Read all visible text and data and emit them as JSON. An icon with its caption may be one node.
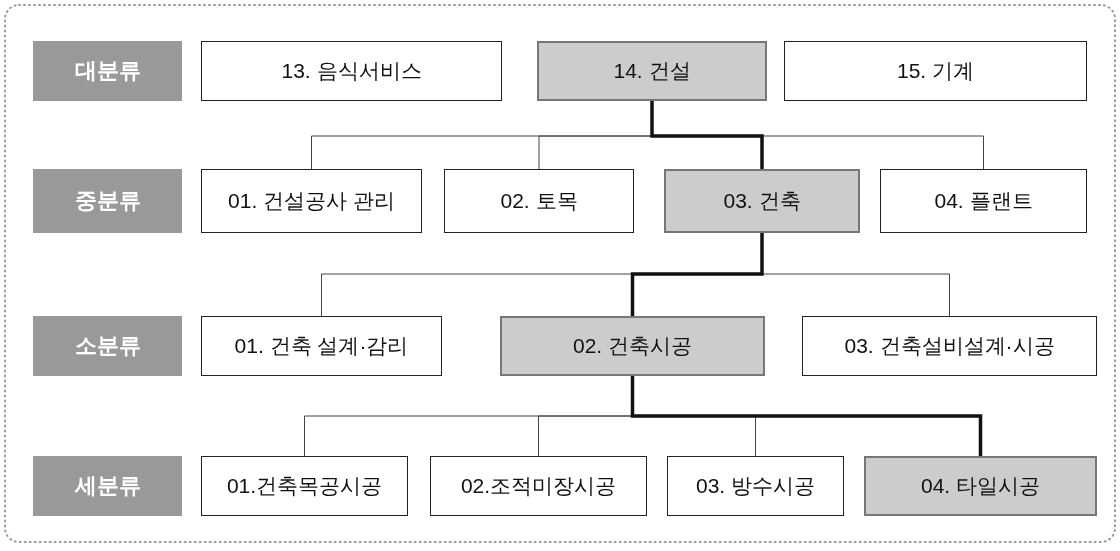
{
  "diagram": {
    "nodes": [
      {
        "text": [
          "대분류"
        ]
      },
      {
        "text": [
          "13. 음식서비스"
        ]
      },
      {
        "text": [
          "14. 건설"
        ]
      },
      {
        "text": [
          "15. 기계"
        ]
      },
      {
        "text": [
          "중분류"
        ]
      },
      {
        "text": [
          "01. 건설공사 관리"
        ]
      },
      {
        "text": [
          "02. 토목"
        ]
      },
      {
        "text": [
          "03. 건축"
        ]
      },
      {
        "text": [
          "04. 플랜트"
        ]
      },
      {
        "text": [
          "소분류"
        ]
      },
      {
        "text": [
          "01. 건축 설계·감리"
        ]
      },
      {
        "text": [
          "02. 건축시공"
        ]
      },
      {
        "text": [
          "03. 건축설비설계·시공"
        ]
      },
      {
        "text": [
          "세분류"
        ]
      },
      {
        "text": [
          "01.건축목공시공"
        ]
      },
      {
        "text": [
          "02.조적미장시공"
        ]
      },
      {
        "text": [
          "03. 방수시공"
        ]
      },
      {
        "text": [
          "04. 타일시공"
        ]
      }
    ],
    "edges": [
      {
        "from": 2,
        "to": 5,
        "arrow": "none"
      },
      {
        "from": 2,
        "to": 6,
        "arrow": "none"
      },
      {
        "from": 2,
        "to": 7,
        "arrow": "none",
        "style": "thick"
      },
      {
        "from": 2,
        "to": 8,
        "arrow": "none"
      },
      {
        "from": 7,
        "to": 10,
        "arrow": "none"
      },
      {
        "from": 7,
        "to": 11,
        "arrow": "none",
        "style": "thick"
      },
      {
        "from": 7,
        "to": 12,
        "arrow": "none"
      },
      {
        "from": 11,
        "to": 14,
        "arrow": "none"
      },
      {
        "from": 11,
        "to": 15,
        "arrow": "none"
      },
      {
        "from": 11,
        "to": 16,
        "arrow": "none"
      },
      {
        "from": 11,
        "to": 17,
        "arrow": "none",
        "style": "thick"
      }
    ]
  }
}
